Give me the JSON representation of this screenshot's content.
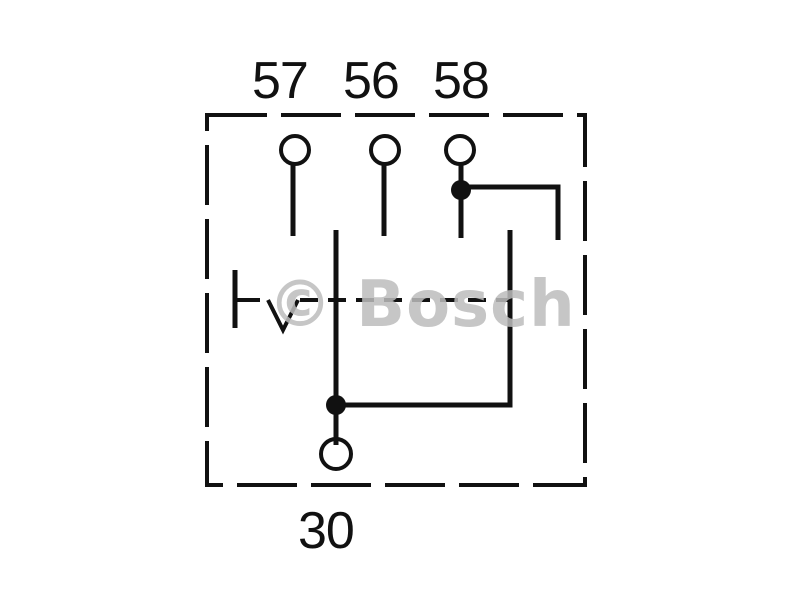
{
  "terminals": {
    "t57": "57",
    "t56": "56",
    "t58": "58",
    "t30": "30"
  },
  "watermark": "© Bosch",
  "colors": {
    "line": "#111111",
    "watermark": "#bdbdbd"
  }
}
